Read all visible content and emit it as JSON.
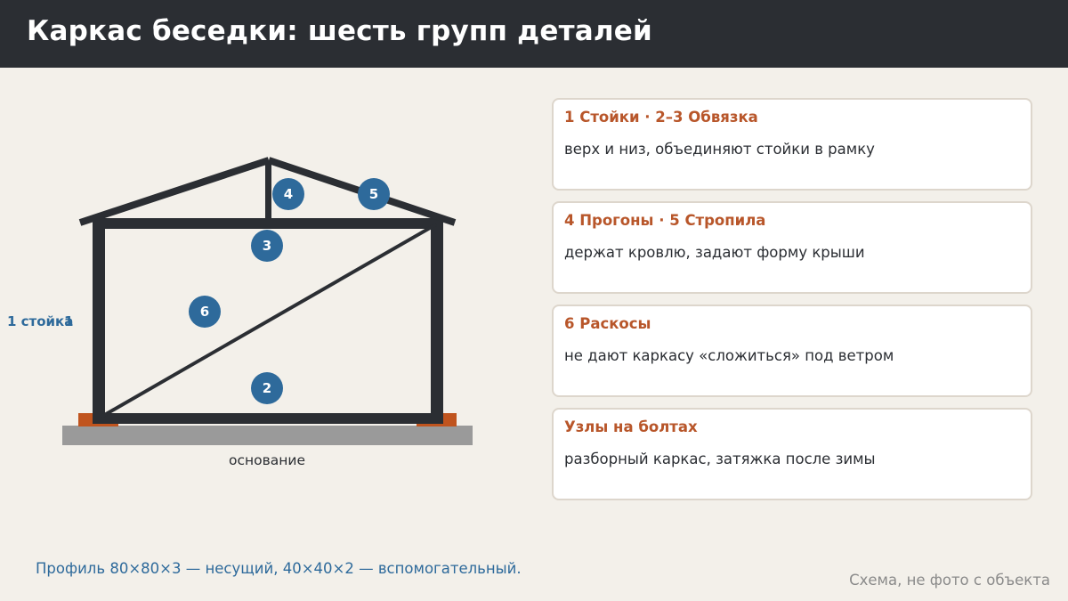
{
  "header": {
    "title": "Каркас беседки: шесть групп деталей"
  },
  "diagram": {
    "base_label": "основание",
    "post_label": "1 стойка",
    "post_number": "1",
    "badges": [
      "4",
      "5",
      "3",
      "6",
      "2"
    ]
  },
  "cards": [
    {
      "title": "1 Стойки · 2–3 Обвязка",
      "text": "верх и низ, объединяют стойки в рамку"
    },
    {
      "title": "4 Прогоны · 5 Стропила",
      "text": "держат кровлю, задают форму крыши"
    },
    {
      "title": "6 Раскосы",
      "text": "не дают каркасу «сложиться» под ветром"
    },
    {
      "title": "Узлы на болтах",
      "text": "разборный каркас, затяжка после зимы"
    }
  ],
  "footer": {
    "note": "Профиль 80×80×3 — несущий, 40×40×2 — вспомогательный.",
    "caption": "Схема, не фото с объекта"
  },
  "colors": {
    "header_bg": "#2b2e33",
    "frame": "#2b2e33",
    "badge": "#2e6a9b",
    "accent": "#b8562a",
    "foundation": "#9a9a9a",
    "background": "#f3f0ea"
  }
}
